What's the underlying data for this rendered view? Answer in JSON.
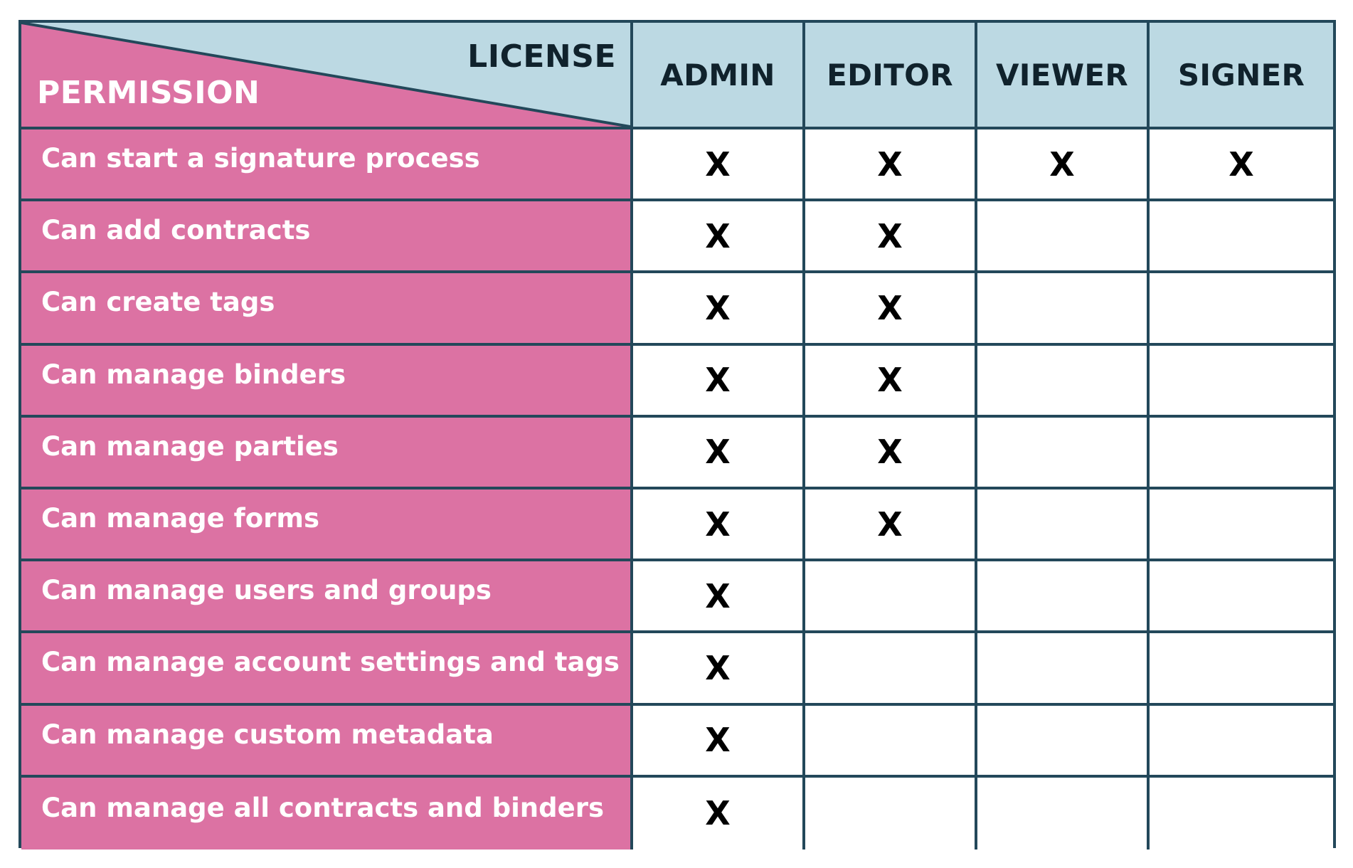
{
  "header": {
    "corner_top_label": "LICENSE",
    "corner_bottom_label": "PERMISSION",
    "columns": [
      "ADMIN",
      "EDITOR",
      "VIEWER",
      "SIGNER"
    ]
  },
  "rows": [
    {
      "permission": "Can start a signature process",
      "marks": [
        "X",
        "X",
        "X",
        "X"
      ]
    },
    {
      "permission": "Can add contracts",
      "marks": [
        "X",
        "X",
        "",
        ""
      ]
    },
    {
      "permission": "Can create tags",
      "marks": [
        "X",
        "X",
        "",
        ""
      ]
    },
    {
      "permission": "Can manage binders",
      "marks": [
        "X",
        "X",
        "",
        ""
      ]
    },
    {
      "permission": "Can manage parties",
      "marks": [
        "X",
        "X",
        "",
        ""
      ]
    },
    {
      "permission": "Can manage forms",
      "marks": [
        "X",
        "X",
        "",
        ""
      ]
    },
    {
      "permission": "Can manage users and groups",
      "marks": [
        "X",
        "",
        "",
        ""
      ]
    },
    {
      "permission": "Can manage account settings and tags",
      "marks": [
        "X",
        "",
        "",
        ""
      ]
    },
    {
      "permission": "Can manage custom metadata",
      "marks": [
        "X",
        "",
        "",
        ""
      ]
    },
    {
      "permission": "Can manage all contracts and binders",
      "marks": [
        "X",
        "",
        "",
        ""
      ]
    }
  ],
  "colors": {
    "header_bg": "#bcd9e3",
    "permission_bg": "#dc72a3",
    "grid_line": "#23485a"
  }
}
